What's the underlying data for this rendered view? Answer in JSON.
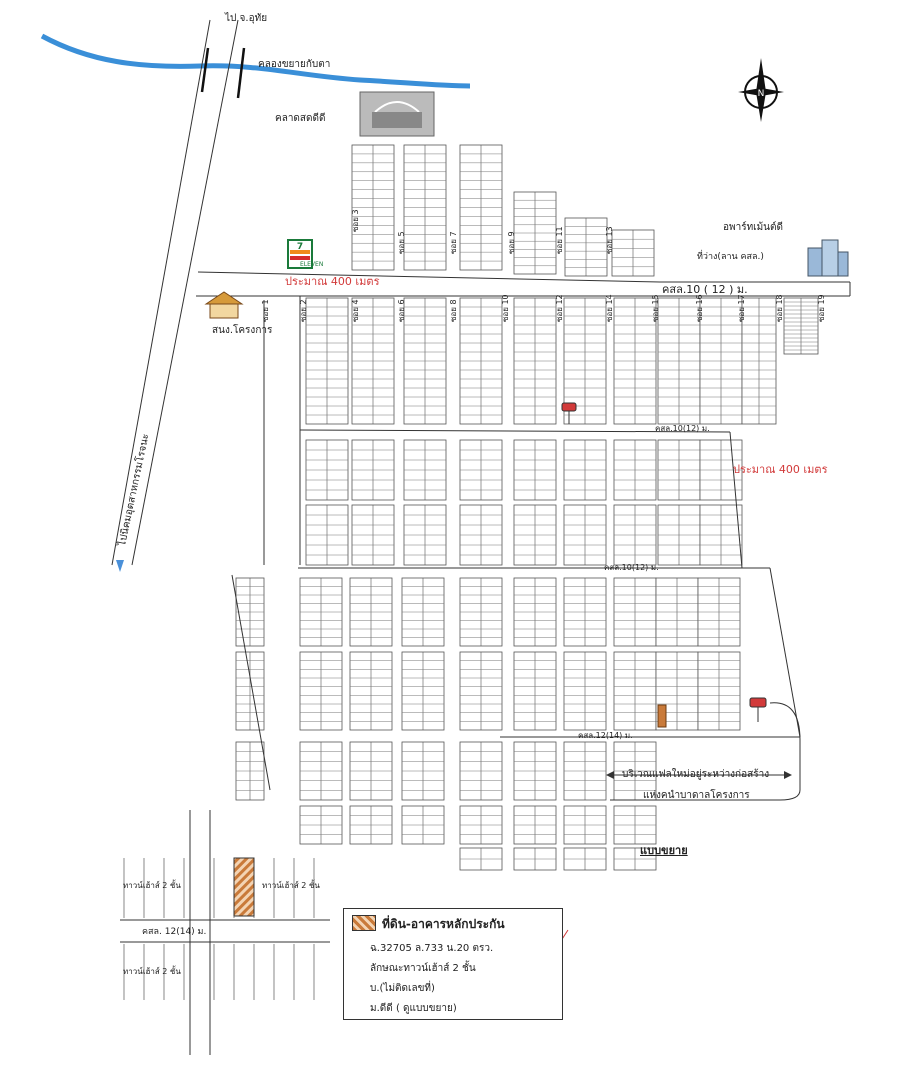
{
  "labels": {
    "to_province": "ไป จ.อุทัย",
    "canal": "คลองขยายกับตา",
    "market": "คลาดสดดีดี",
    "apartment": "อพาร์ทเม้นต์ดี",
    "vacant": "ที่ว่าง(ลาน คสล.)",
    "main_road": "คสล.10 ( 12 ) ม.",
    "about_400_top": "ประมาณ 400 เมตร",
    "about_400_right": "ประมาณ 400 เมตร",
    "office": "สนง.โครงการ",
    "to_hospital": "ไปนิคมอุตสาหกรรมโรจนะ",
    "road_10_a": "คสล.10(12) ม.",
    "road_10_b": "คสล.10(12) ม.",
    "road_12": "คสล.12(14) ม.",
    "construction_1": "บริเวณแฟลใหม่อยู่ระหว่างก่อสร้าง",
    "construction_2": "แห่งคนำบาดาลโครงการ",
    "expanded": "แบบขยาย",
    "seven": "7",
    "seven_sub": "ELEVEN"
  },
  "soi_labels": [
    "ซอย 1",
    "ซอย 2",
    "ซอย 3",
    "ซอย 4",
    "ซอย 5",
    "ซอย 6",
    "ซอย 7",
    "ซอย 8",
    "ซอย 9",
    "ซอย 10",
    "ซอย 11",
    "ซอย 12",
    "ซอย 13",
    "ซอย 14",
    "ซอย 15",
    "ซอย 16",
    "ซอย 17",
    "ซอย 18",
    "ซอย 19"
  ],
  "inset": {
    "townhouse_1": "ทาวน์เฮ้าส์ 2 ชั้น",
    "townhouse_2": "ทาวน์เฮ้าส์ 2 ชั้น",
    "townhouse_3": "ทาวน์เฮ้าส์ 2 ชั้น",
    "road": "คสล. 12(14) ม."
  },
  "legend": {
    "title": "ที่ดิน-อาคารหลักประกัน",
    "line1": "ฉ.32705 ล.733 น.20 ตรว.",
    "line2": "ลักษณะทาวน์เฮ้าส์ 2 ชั้น",
    "line3": "บ.(ไม่ติดเลขที่)",
    "line4": "ม.ดีดี ( ดูแบบขยาย)"
  },
  "compass": "N",
  "colors": {
    "canal": "#3a8fd8",
    "red_text": "#d23a3a",
    "collateral": "#c97a3a"
  }
}
